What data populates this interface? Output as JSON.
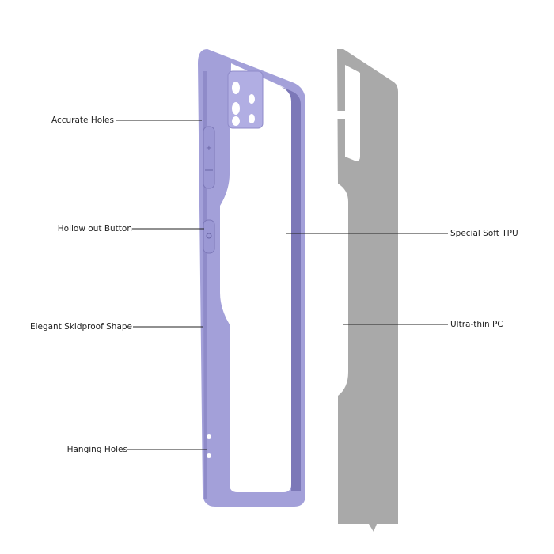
{
  "callouts_left": [
    {
      "text": "Accurate Holes"
    },
    {
      "text": "Hollow out Button"
    },
    {
      "text": "Elegant Skidproof Shape"
    },
    {
      "text": "Hanging Holes"
    }
  ],
  "callouts_right": [
    {
      "text": "Special Soft TPU"
    },
    {
      "text": "Ultra-thin PC"
    }
  ],
  "colors": {
    "case": "#a3a0d9",
    "case_shadow": "#7c78b8",
    "pc_sheet": "#a9a9a9"
  }
}
